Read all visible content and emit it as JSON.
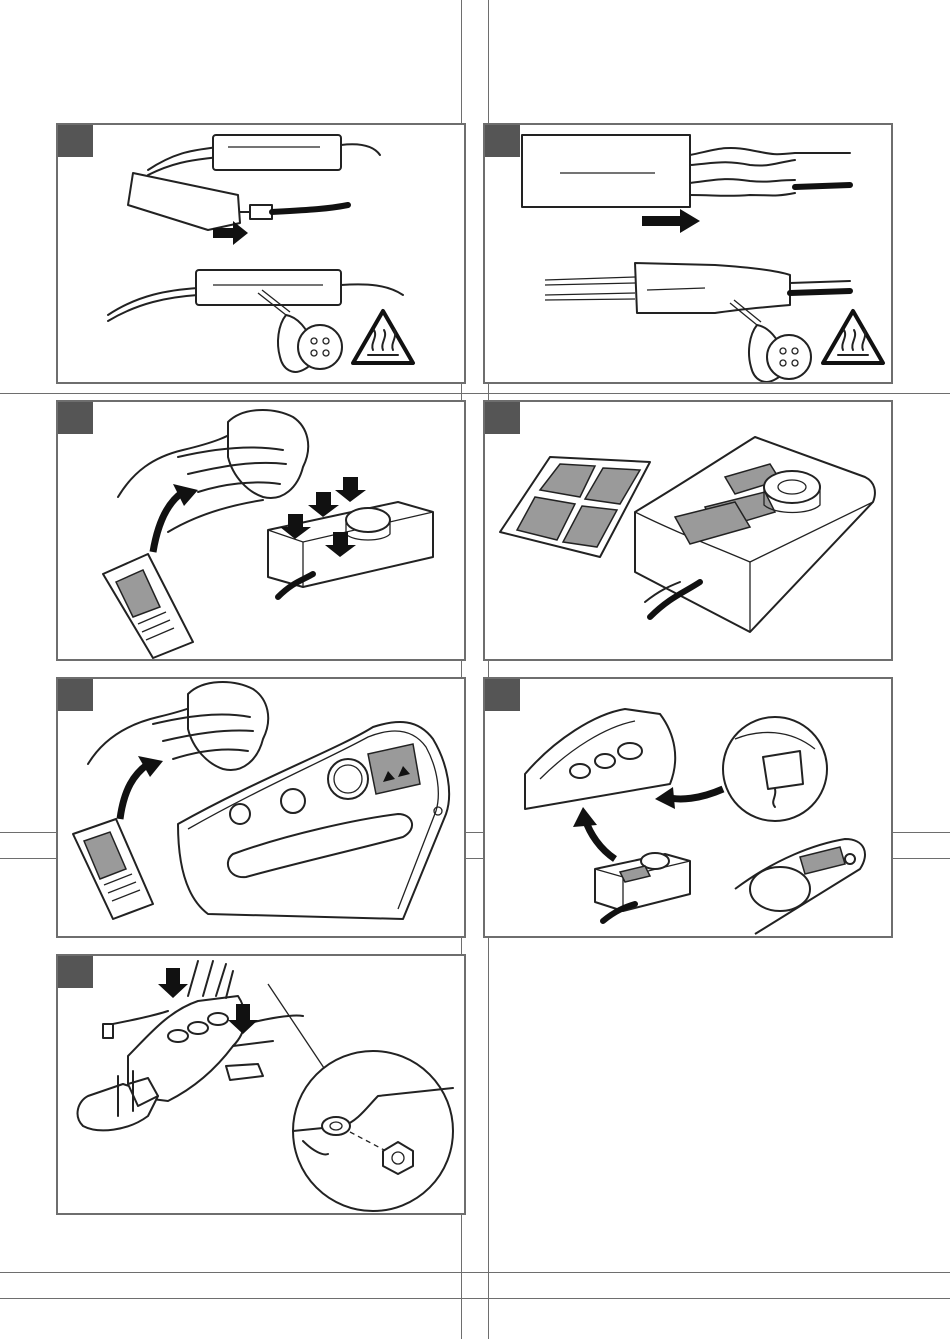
{
  "document": {
    "title": "",
    "steps": [
      {
        "id": "step-1",
        "description": ""
      },
      {
        "id": "step-2",
        "description": ""
      },
      {
        "id": "step-3",
        "description": ""
      },
      {
        "id": "step-4",
        "description": ""
      },
      {
        "id": "step-5",
        "description": ""
      },
      {
        "id": "step-6",
        "description": ""
      },
      {
        "id": "step-7",
        "description": ""
      }
    ]
  },
  "colors": {
    "frame": "#6e6e6e",
    "step_marker": "#555555",
    "line_art": "#222222",
    "shading": "#9a9a9a"
  },
  "icons": [
    "hot-surface-warning-icon",
    "heat-gun-icon",
    "arrow-icon",
    "wipe-cloth-icon"
  ]
}
